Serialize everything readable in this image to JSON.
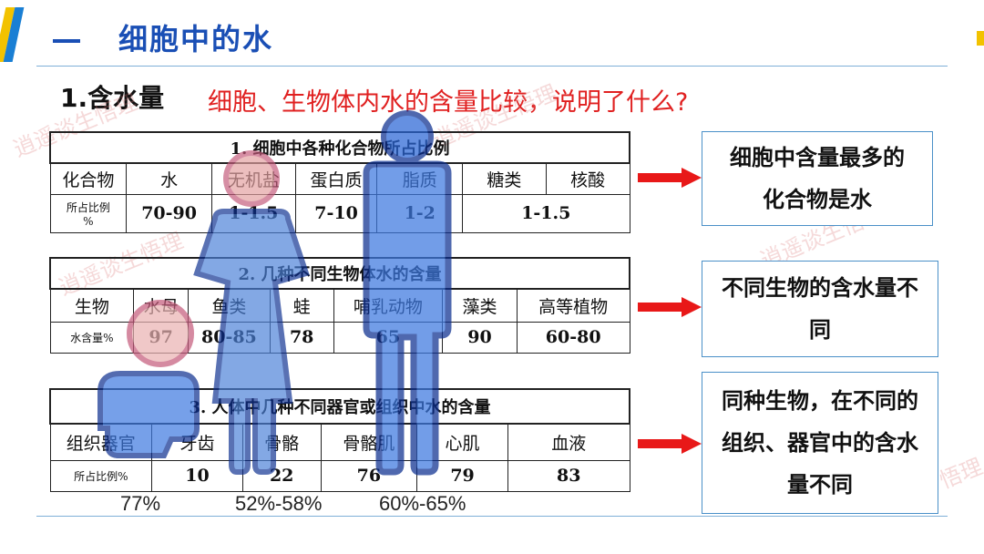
{
  "header": {
    "title": "细胞中的水",
    "stripe_colors": [
      "#f2c200",
      "#1a7fd4",
      "#1a4fb5"
    ]
  },
  "section": {
    "title": "1.含水量",
    "question": "细胞、生物体内水的含量比较，说明了什么?"
  },
  "watermarks": [
    "逍遥谈生悟理",
    "逍遥谈生悟理",
    "逍遥谈生悟理",
    "逍遥谈生悟理",
    "悟理"
  ],
  "table1": {
    "caption": "1. 细胞中各种化合物所占比例",
    "headers": [
      "化合物",
      "水",
      "无机盐",
      "蛋白质",
      "脂质",
      "糖类",
      "核酸"
    ],
    "row_label_1": "所占比例",
    "row_label_2": "%",
    "values": [
      "70-90",
      "1-1.5",
      "7-10",
      "1-2",
      "1-1.5"
    ]
  },
  "table2": {
    "caption": "2. 几种不同生物体水的含量",
    "headers": [
      "生物",
      "水母",
      "鱼类",
      "蛙",
      "哺乳动物",
      "藻类",
      "高等植物"
    ],
    "row_label": "水含量%",
    "values": [
      "97",
      "80-85",
      "78",
      "65",
      "90",
      "60-80"
    ]
  },
  "table3": {
    "caption": "3. 人体中几种不同器官或组织中水的含量",
    "headers": [
      "组织器官",
      "牙齿",
      "骨骼",
      "骨骼肌",
      "心肌",
      "血液"
    ],
    "row_label": "所占比例%",
    "values": [
      "10",
      "22",
      "76",
      "79",
      "83"
    ]
  },
  "extra_values": [
    "77%",
    "52%-58%",
    "60%-65%"
  ],
  "conclusions": [
    {
      "line1": "细胞中含量最多的",
      "line2": "化合物是水"
    },
    {
      "line1": "不同生物的含水量不",
      "line2": "同"
    },
    {
      "line1": "同种生物，在不同的",
      "line2": "组织、器官中的含水",
      "line3": "量不同"
    }
  ],
  "colors": {
    "accent_blue": "#1a4fb5",
    "question_red": "#e02020",
    "arrow_red": "#e81818",
    "box_border": "#4a90c8",
    "figure_blue": "#1e56c8",
    "figure_pink": "#d98c8c"
  }
}
